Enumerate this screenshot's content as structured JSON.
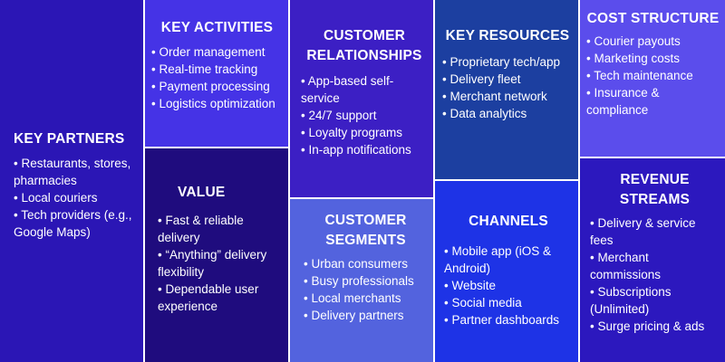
{
  "key_partners": {
    "title": "KEY PARTNERS",
    "items": [
      "Restaurants, stores, pharmacies",
      "Local couriers",
      "Tech providers (e.g., Google Maps)"
    ]
  },
  "key_activities": {
    "title": "KEY ACTIVITIES",
    "items": [
      "Order management",
      "Real-time tracking",
      "Payment processing",
      "Logistics optimization"
    ]
  },
  "value": {
    "title": "VALUE",
    "items": [
      "Fast & reliable delivery",
      "“Anything” delivery flexibility",
      "Dependable user experience"
    ]
  },
  "customer_relationships": {
    "title": "CUSTOMER RELATIONSHIPS",
    "items": [
      "App-based self-service",
      "24/7 support",
      "Loyalty programs",
      "In-app notifications"
    ]
  },
  "customer_segments": {
    "title": "CUSTOMER SEGMENTS",
    "items": [
      "Urban consumers",
      "Busy professionals",
      "Local merchants",
      "Delivery partners"
    ]
  },
  "key_resources": {
    "title": "KEY RESOURCES",
    "items": [
      "Proprietary tech/app",
      "Delivery fleet",
      "Merchant network",
      "Data analytics"
    ]
  },
  "channels": {
    "title": "CHANNELS",
    "items": [
      "Mobile app (iOS & Android)",
      "Website",
      "Social media",
      "Partner dashboards"
    ]
  },
  "cost_structure": {
    "title": "COST STRUCTURE",
    "items": [
      "Courier payouts",
      "Marketing costs",
      "Tech maintenance",
      "Insurance & compliance"
    ]
  },
  "revenue_streams": {
    "title": "REVENUE STREAMS",
    "items": [
      "Delivery & service fees",
      "Merchant commissions",
      "Subscriptions (Unlimited)",
      "Surge pricing & ads"
    ]
  },
  "colors": {
    "key_partners": "#2b16b5",
    "key_activities": "#4533e6",
    "value": "#1f0c7e",
    "customer_relationships": "#3c1fc4",
    "customer_segments": "#5363de",
    "key_resources": "#1c3fa0",
    "channels": "#1e33e6",
    "cost_structure": "#5b4dec",
    "revenue_streams": "#2c18be"
  }
}
